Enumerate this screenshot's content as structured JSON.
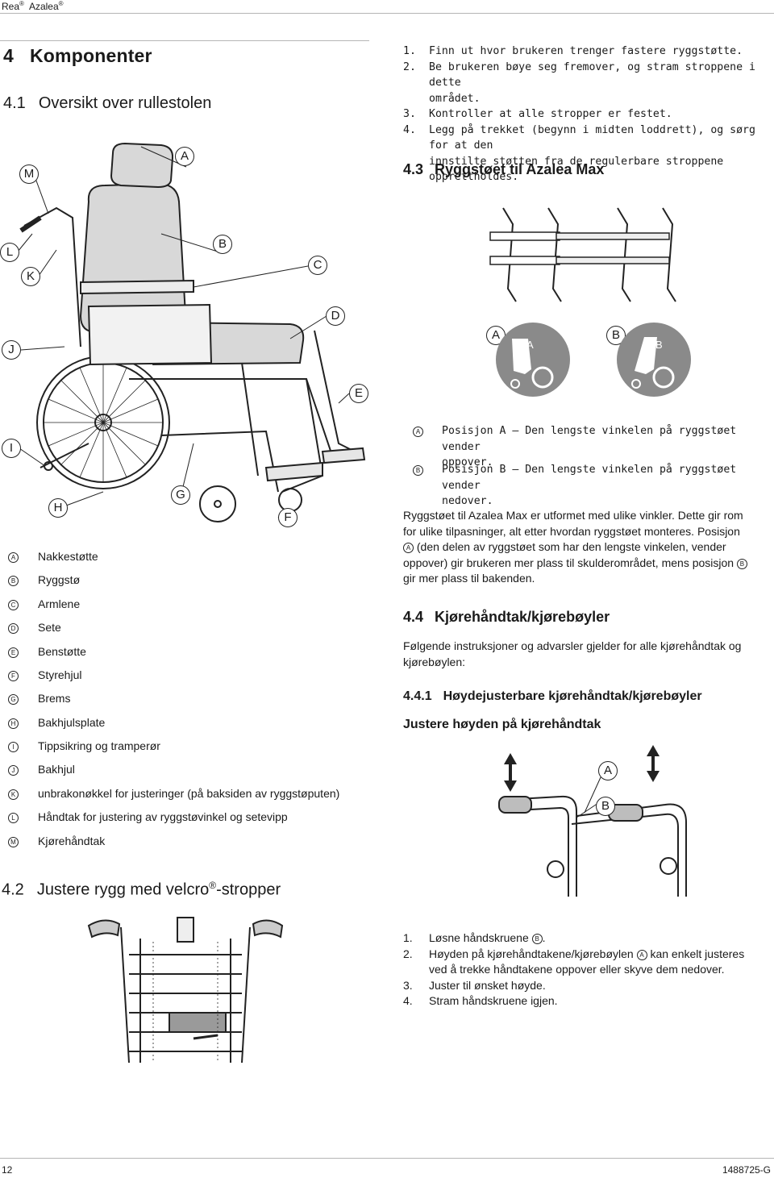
{
  "header": {
    "brand": "Rea",
    "product": "Azalea",
    "reg": "®"
  },
  "left": {
    "chapter_num": "4",
    "chapter_title": "Komponenter",
    "sec1_num": "4.1",
    "sec1_title": "Oversikt over rullestolen",
    "wheelchair_callouts": [
      "M",
      "A",
      "L",
      "B",
      "C",
      "K",
      "D",
      "J",
      "E",
      "I",
      "G",
      "H",
      "F"
    ],
    "legend": [
      {
        "key": "A",
        "label": "Nakkestøtte"
      },
      {
        "key": "B",
        "label": "Ryggstø"
      },
      {
        "key": "C",
        "label": "Armlene"
      },
      {
        "key": "D",
        "label": "Sete"
      },
      {
        "key": "E",
        "label": "Benstøtte"
      },
      {
        "key": "F",
        "label": "Styrehjul"
      },
      {
        "key": "G",
        "label": "Brems"
      },
      {
        "key": "H",
        "label": "Bakhjulsplate"
      },
      {
        "key": "I",
        "label": "Tippsikring og tramperør"
      },
      {
        "key": "J",
        "label": "Bakhjul"
      },
      {
        "key": "K",
        "label": "unbrakonøkkel for justeringer (på baksiden av ryggstøputen)"
      },
      {
        "key": "L",
        "label": "Håndtak for justering av ryggstøvinkel og setevipp"
      },
      {
        "key": "M",
        "label": "Kjørehåndtak"
      }
    ],
    "sec2_num": "4.2",
    "sec2_title_a": "Justere rygg med velcro",
    "sec2_reg": "®",
    "sec2_title_b": "-stropper"
  },
  "right": {
    "steps_top": [
      {
        "n": "1.",
        "lines": [
          "Finn ut hvor brukeren trenger fastere ryggstøtte."
        ]
      },
      {
        "n": "2.",
        "lines": [
          "Be brukeren bøye seg fremover, og stram stroppene i dette",
          "området."
        ]
      },
      {
        "n": "3.",
        "lines": [
          "Kontroller at alle stropper er festet."
        ]
      },
      {
        "n": "4.",
        "lines": [
          "Legg på trekket (begynn i midten loddrett), og sørg for at den",
          "innstilte støtten fra de regulerbare stroppene opprettholdes."
        ]
      }
    ],
    "sec3_num": "4.3",
    "sec3_title": "Ryggstøet til Azalea Max",
    "pos_callout_a": "A",
    "pos_callout_b": "B",
    "icon_a": "A",
    "icon_b": "B",
    "positions": [
      {
        "key": "A",
        "lines": [
          "Posisjon A – Den lengste vinkelen på ryggstøet vender",
          "oppover."
        ]
      },
      {
        "key": "B",
        "lines": [
          "Posisjon B – Den lengste vinkelen på ryggstøet vender",
          "nedover."
        ]
      }
    ],
    "para": [
      "Ryggstøet til Azalea Max er utformet med ulike vinkler. Dette gir rom",
      "for ulike tilpasninger, alt etter hvordan ryggstøet monteres. Posisjon",
      "(den delen av ryggstøet som har den lengste vinkelen, vender",
      "oppover) gir brukeren mer plass til skulderområdet, mens posisjon",
      "gir mer plass til bakenden."
    ],
    "para_key_a": "A",
    "para_key_b": "B",
    "sec4_num": "4.4",
    "sec4_title": "Kjørehåndtak/kjørebøyler",
    "sec4_text": [
      "Følgende instruksjoner og advarsler gjelder for alle kjørehåndtak og",
      "kjørebøylen:"
    ],
    "sec41_num": "4.4.1",
    "sec41_title": "Høydejusterbare kjørehåndtak/kjørebøyler",
    "sub_title": "Justere høyden på kjørehåndtak",
    "handle_callout_a": "A",
    "handle_callout_b": "B",
    "steps_bottom": [
      {
        "n": "1.",
        "pre": "Løsne håndskruene",
        "key": "B",
        "post": ".",
        "line2": ""
      },
      {
        "n": "2.",
        "pre": "Høyden på kjørehåndtakene/kjørebøylen",
        "key": "A",
        "post": "kan enkelt justeres",
        "line2": "ved å trekke håndtakene oppover eller skyve dem nedover."
      },
      {
        "n": "3.",
        "pre": "Juster til ønsket høyde.",
        "key": "",
        "post": "",
        "line2": ""
      },
      {
        "n": "4.",
        "pre": "Stram håndskruene igjen.",
        "key": "",
        "post": "",
        "line2": ""
      }
    ]
  },
  "footer": {
    "page": "12",
    "doc_id": "1488725-G"
  }
}
